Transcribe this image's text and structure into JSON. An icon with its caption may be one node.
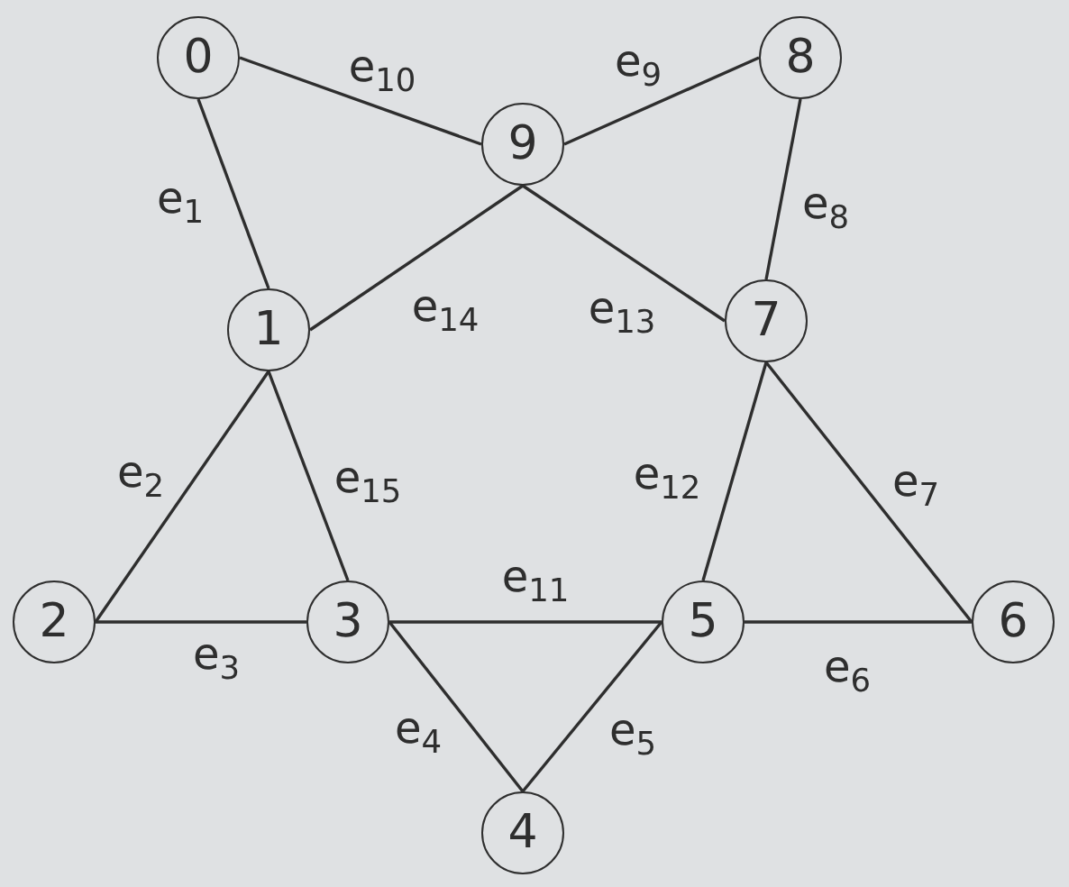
{
  "diagram": {
    "nodes": [
      {
        "text": [
          "0"
        ]
      },
      {
        "text": [
          "1"
        ]
      },
      {
        "text": [
          "2"
        ]
      },
      {
        "text": [
          "3"
        ]
      },
      {
        "text": [
          "4"
        ]
      },
      {
        "text": [
          "5"
        ]
      },
      {
        "text": [
          "6"
        ]
      },
      {
        "text": [
          "7"
        ]
      },
      {
        "text": [
          "8"
        ]
      },
      {
        "text": [
          "9"
        ]
      }
    ],
    "edges": [
      {
        "from": 0,
        "to": 1,
        "arrow": "none",
        "label": "e$_{1}$"
      },
      {
        "from": 1,
        "to": 2,
        "arrow": "none",
        "label": "e$_{2}$"
      },
      {
        "from": 2,
        "to": 3,
        "arrow": "none",
        "label": "e$_{3}$"
      },
      {
        "from": 3,
        "to": 4,
        "arrow": "none",
        "label": "e$_{4}$"
      },
      {
        "from": 4,
        "to": 5,
        "arrow": "none",
        "label": "e$_{5}$"
      },
      {
        "from": 5,
        "to": 6,
        "arrow": "none",
        "label": "e$_{6}$"
      },
      {
        "from": 6,
        "to": 7,
        "arrow": "none",
        "label": "e$_{7}$"
      },
      {
        "from": 7,
        "to": 8,
        "arrow": "none",
        "label": "e$_{8}$"
      },
      {
        "from": 8,
        "to": 9,
        "arrow": "none",
        "label": "e$_{9}$"
      },
      {
        "from": 0,
        "to": 9,
        "arrow": "none",
        "label": "e$_{10}$"
      },
      {
        "from": 3,
        "to": 5,
        "arrow": "none",
        "label": "e$_{11}$"
      },
      {
        "from": 5,
        "to": 7,
        "arrow": "none",
        "label": "e$_{12}$"
      },
      {
        "from": 7,
        "to": 9,
        "arrow": "none",
        "label": "e$_{13}$"
      },
      {
        "from": 1,
        "to": 9,
        "arrow": "none",
        "label": "e$_{14}$"
      },
      {
        "from": 1,
        "to": 3,
        "arrow": "none",
        "label": "e$_{15}$"
      }
    ]
  }
}
